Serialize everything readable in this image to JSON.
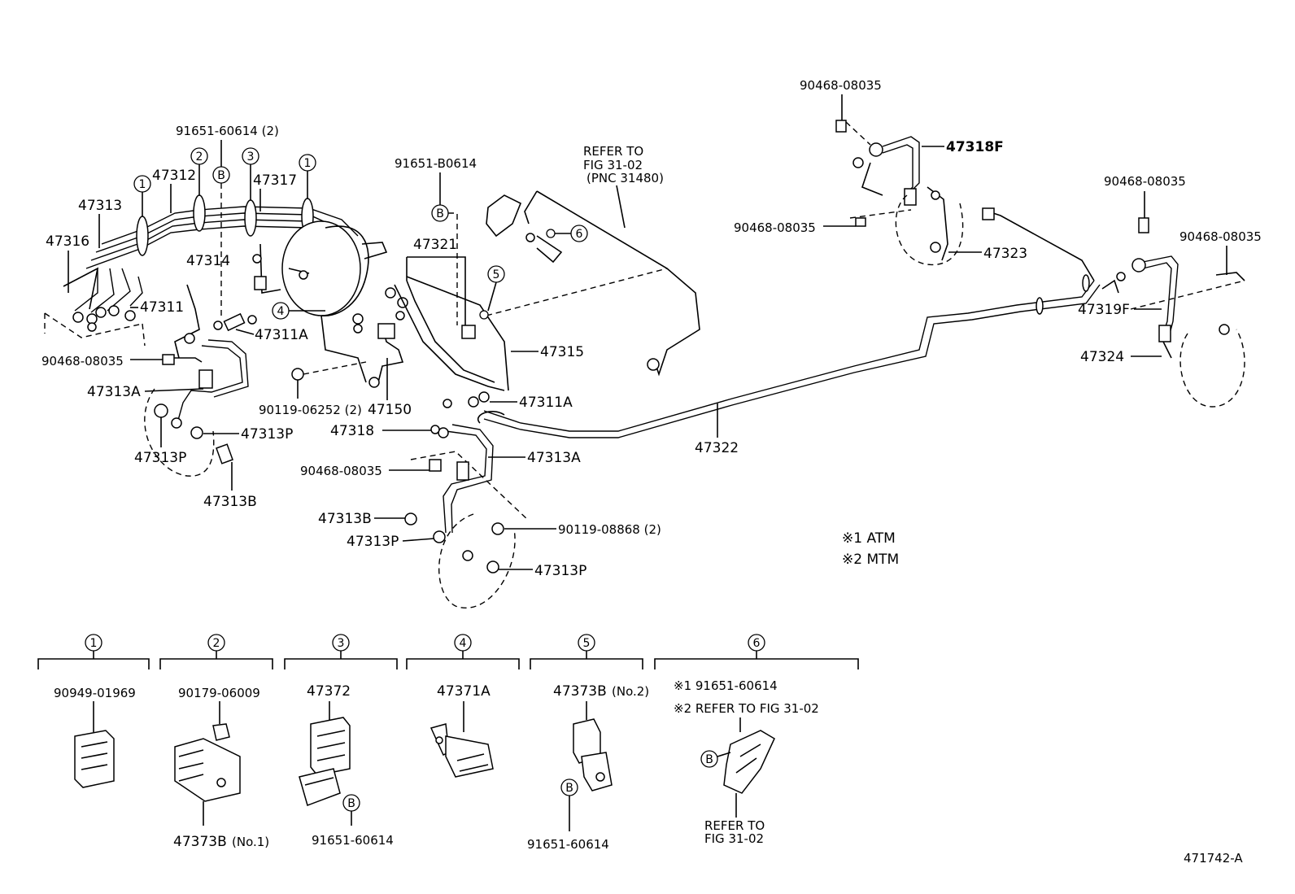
{
  "labels": {
    "p91651_60614_2": "91651-60614 (2)",
    "p47312": "47312",
    "p47317": "47317",
    "p47313": "47313",
    "p47316": "47316",
    "p47314": "47314",
    "p47311": "47311",
    "p47311A_left": "47311A",
    "p90468_08035_left": "90468-08035",
    "p47313A_left": "47313A",
    "p47313P_a": "47313P",
    "p47313P_b": "47313P",
    "p47313B_a": "47313B",
    "p90119_06252_2": "90119-06252 (2)",
    "p47150": "47150",
    "p91651_B0614": "91651-B0614",
    "p47321": "47321",
    "p47315": "47315",
    "p47311A_mid": "47311A",
    "p47318": "47318",
    "p47313A_mid": "47313A",
    "p90468_08035_mid": "90468-08035",
    "p47313B_b": "47313B",
    "p47313P_c": "47313P",
    "p90119_08868_2": "90119-08868 (2)",
    "p47313P_d": "47313P",
    "p47322": "47322",
    "refer_line1": "REFER TO",
    "refer_line2": "FIG 31-02",
    "refer_line3": "(PNC 31480)",
    "p90468_08035_top": "90468-08035",
    "p47318F": "47318F",
    "p90468_08035_r1": "90468-08035",
    "p47323": "47323",
    "p90468_08035_r2": "90468-08035",
    "p90468_08035_r3": "90468-08035",
    "p47319F": "47319F",
    "p47324": "47324",
    "note1": "※1 ATM",
    "note2": "※2 MTM",
    "diagram_code": "471742-A"
  },
  "callouts": {
    "c1": "1",
    "c2": "2",
    "c3": "3",
    "c4": "4",
    "c5": "5",
    "c6": "6",
    "b": "B"
  },
  "legend": {
    "n1": "1",
    "n2": "2",
    "n3": "3",
    "n4": "4",
    "n5": "5",
    "n6": "6",
    "part1": "90949-01969",
    "part2": "90179-06009",
    "part2_bottom": "47373B",
    "part2_bottom_note": "(No.1)",
    "part3": "47372",
    "part3_bottom": "91651-60614",
    "part4": "47371A",
    "part5": "47373B",
    "part5_note": "(No.2)",
    "part5_bottom": "91651-60614",
    "part6_line1": "※1 91651-60614",
    "part6_line2": "※2 REFER TO FIG 31-02",
    "part6_bottom1": "REFER TO",
    "part6_bottom2": "FIG 31-02"
  }
}
